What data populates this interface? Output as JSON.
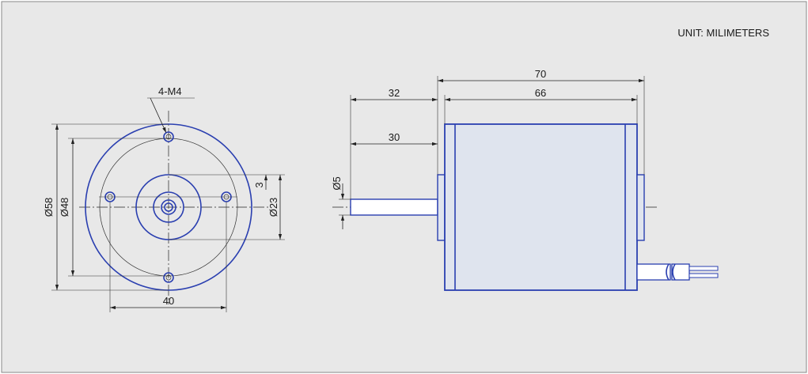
{
  "unit_note": "UNIT: MILIMETERS",
  "front_view": {
    "thread_callout": "4-M4",
    "dim_outer_diameter": "Ø58",
    "dim_flange_diameter": "Ø48",
    "dim_boss_diameter": "Ø23",
    "dim_boss_height": "3",
    "dim_hole_spacing": "40"
  },
  "side_view": {
    "dim_total_length": "70",
    "dim_body_length": "66",
    "dim_shaft_total": "32",
    "dim_shaft_exposed": "30",
    "dim_shaft_diameter": "Ø5"
  },
  "colors": {
    "background": "#e8e8e8",
    "outline_blue": "#2a3fb0",
    "body_fill": "#dfe4ee",
    "line": "#222222"
  }
}
